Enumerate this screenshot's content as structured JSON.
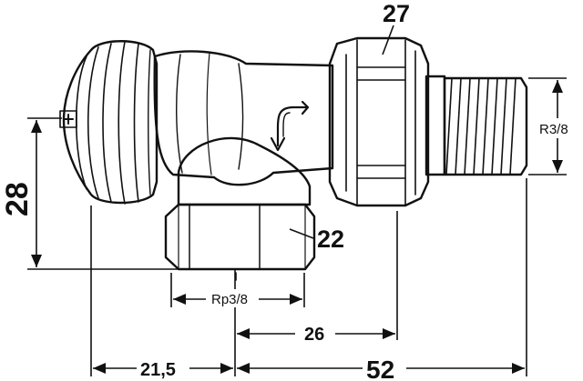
{
  "diagram": {
    "dimensions": {
      "height": "28",
      "wrench_nut_top": "27",
      "wrench_body": "22",
      "thread_male": "R3/8",
      "thread_female": "Rp3/8",
      "offset_inlet": "21,5",
      "offset_outlet": "26",
      "overall_length": "52"
    },
    "colors": {
      "line": "#111111",
      "background": "#ffffff"
    }
  }
}
